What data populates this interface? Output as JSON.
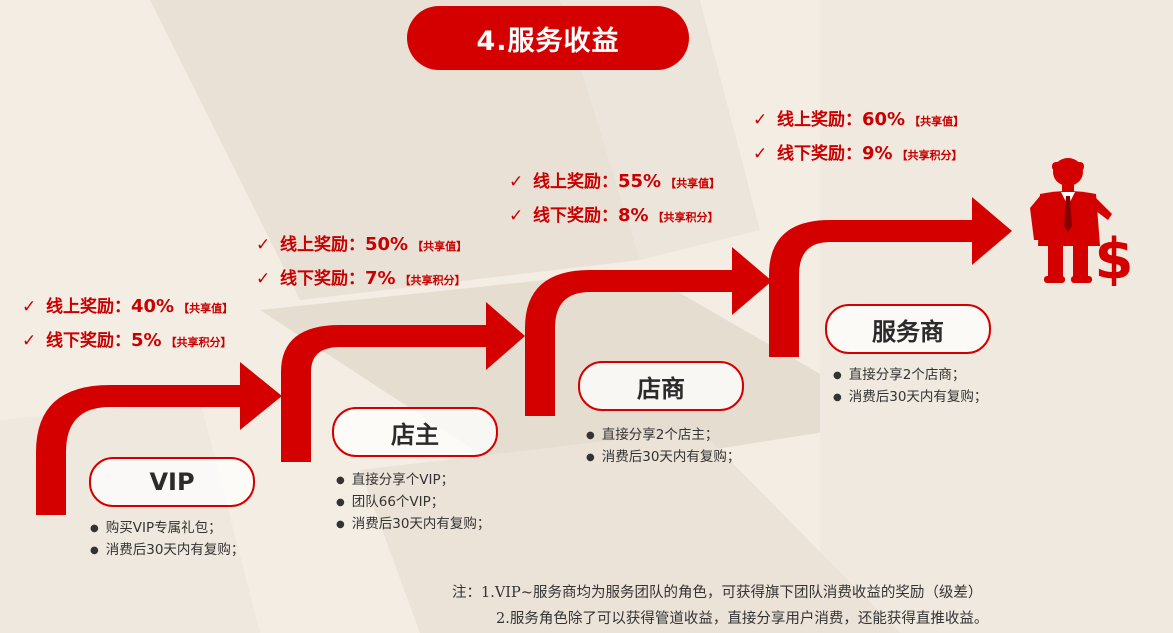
{
  "title": "4.服务收益",
  "accent_color": "#d40000",
  "levels": [
    {
      "name": "VIP",
      "rewards": [
        {
          "label": "线上奖励：",
          "value": "40%",
          "tag": "【共享值】"
        },
        {
          "label": "线下奖励：",
          "value": "5%",
          "tag": "【共享积分】"
        }
      ],
      "bullets": [
        "购买VIP专属礼包；",
        "消费后30天内有复购；"
      ]
    },
    {
      "name": "店主",
      "rewards": [
        {
          "label": "线上奖励：",
          "value": "50%",
          "tag": "【共享值】"
        },
        {
          "label": "线下奖励：",
          "value": "7%",
          "tag": "【共享积分】"
        }
      ],
      "bullets": [
        "直接分享个VIP；",
        "团队66个VIP；",
        "消费后30天内有复购；"
      ]
    },
    {
      "name": "店商",
      "rewards": [
        {
          "label": "线上奖励：",
          "value": "55%",
          "tag": "【共享值】"
        },
        {
          "label": "线下奖励：",
          "value": "8%",
          "tag": "【共享积分】"
        }
      ],
      "bullets": [
        "直接分享2个店主；",
        "消费后30天内有复购；"
      ]
    },
    {
      "name": "服务商",
      "rewards": [
        {
          "label": "线上奖励：",
          "value": "60%",
          "tag": "【共享值】"
        },
        {
          "label": "线下奖励：",
          "value": "9%",
          "tag": "【共享积分】"
        }
      ],
      "bullets": [
        "直接分享2个店商；",
        "消费后30天内有复购；"
      ]
    }
  ],
  "notes": {
    "line1": "注：1.VIP~服务商均为服务团队的角色，可获得旗下团队消费收益的奖励（级差）",
    "line2": "2.服务角色除了可以获得管道收益，直接分享用户消费，还能获得直推收益。"
  },
  "icons": {
    "check": "✓",
    "figure": "businessman-dollar-icon"
  }
}
